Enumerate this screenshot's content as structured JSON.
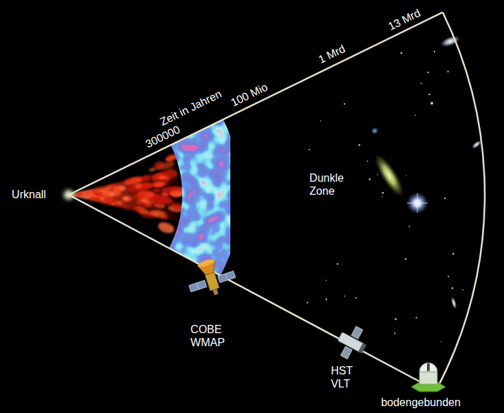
{
  "diagram": {
    "labels": [
      "Urknall",
      "Zeit in Jahren",
      "300000",
      "100 Mio",
      "1 Mrd",
      "13 Mrd",
      "Dunkle Zone",
      "COBE WMAP",
      "HST VLT",
      "bodengebunden"
    ]
  }
}
